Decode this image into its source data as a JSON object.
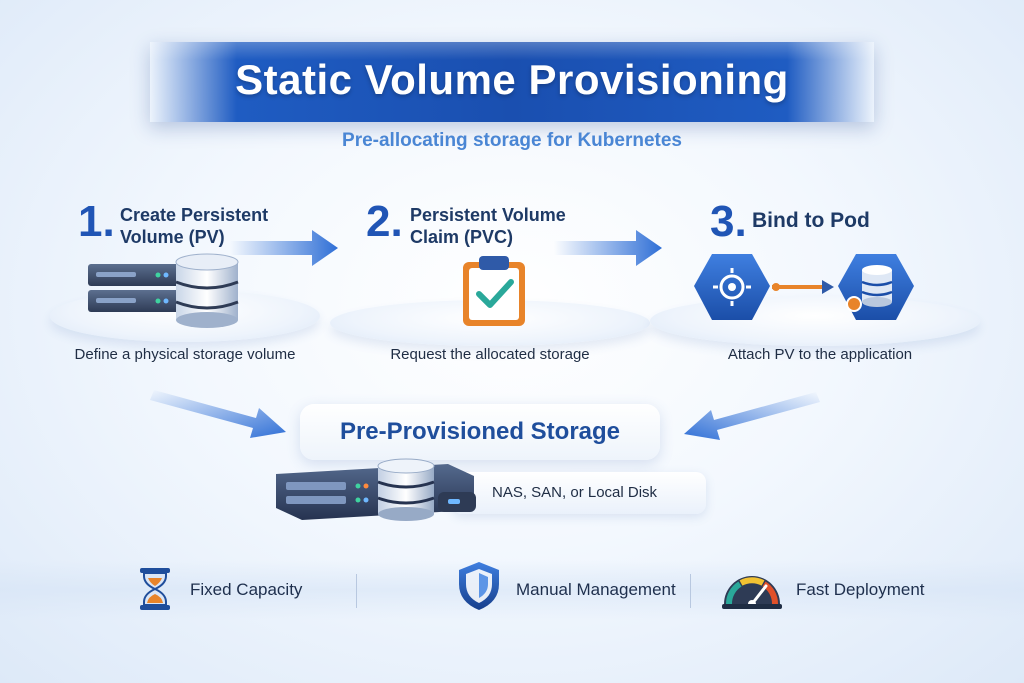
{
  "header": {
    "title": "Static Volume Provisioning",
    "subtitle": "Pre-allocating storage for Kubernetes"
  },
  "steps": [
    {
      "number": "1.",
      "title_line1": "Create Persistent",
      "title_line2": "Volume (PV)",
      "caption": "Define a physical storage volume",
      "icon": "server-database-icon"
    },
    {
      "number": "2.",
      "title_line1": "Persistent Volume",
      "title_line2": "Claim (PVC)",
      "caption": "Request the allocated storage",
      "icon": "clipboard-check-icon"
    },
    {
      "number": "3.",
      "title_line1": "Bind to Pod",
      "title_line2": "",
      "caption": "Attach PV to the application",
      "icon": "pod-bind-icon"
    }
  ],
  "center": {
    "title": "Pre-Provisioned Storage",
    "storage_types": "NAS, SAN, or Local Disk",
    "icon": "storage-array-icon"
  },
  "features": [
    {
      "label": "Fixed Capacity",
      "icon": "hourglass-icon"
    },
    {
      "label": "Manual Management",
      "icon": "shield-icon"
    },
    {
      "label": "Fast Deployment",
      "icon": "speedometer-icon"
    }
  ],
  "colors": {
    "primary": "#1f5cc2",
    "accent_orange": "#e8842a",
    "check_green": "#2aa89a",
    "text_dark": "#1e3a66"
  }
}
